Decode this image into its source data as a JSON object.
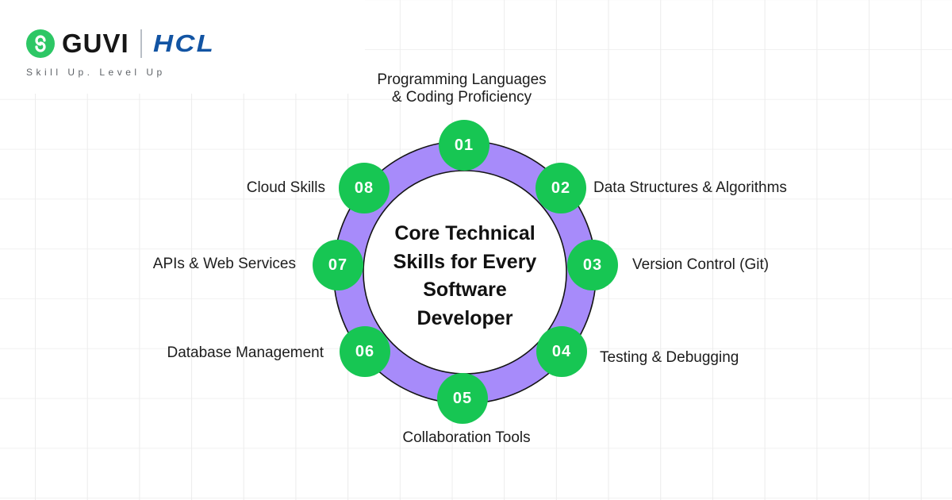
{
  "brand": {
    "guvi_text": "GUVI",
    "hcl_text": "HCL",
    "tagline": "Skill Up. Level Up"
  },
  "colors": {
    "node_green": "#17c653",
    "logo_green": "#2dc765",
    "ring_purple": "#a78bfa",
    "hcl_blue": "#1254a3",
    "label_text": "#1d1d1d"
  },
  "diagram": {
    "center_title_lines": [
      "Core Technical",
      "Skills for Every",
      "Software",
      "Developer"
    ],
    "items": [
      {
        "num": "01",
        "label": "Programming Languages & Coding Proficiency",
        "position": "top"
      },
      {
        "num": "02",
        "label": "Data Structures & Algorithms",
        "position": "upper-right"
      },
      {
        "num": "03",
        "label": "Version Control (Git)",
        "position": "right"
      },
      {
        "num": "04",
        "label": "Testing & Debugging",
        "position": "lower-right"
      },
      {
        "num": "05",
        "label": "Collaboration Tools",
        "position": "bottom"
      },
      {
        "num": "06",
        "label": "Database Management",
        "position": "lower-left"
      },
      {
        "num": "07",
        "label": "APIs & Web Services",
        "position": "left"
      },
      {
        "num": "08",
        "label": "Cloud Skills",
        "position": "upper-left"
      }
    ]
  }
}
